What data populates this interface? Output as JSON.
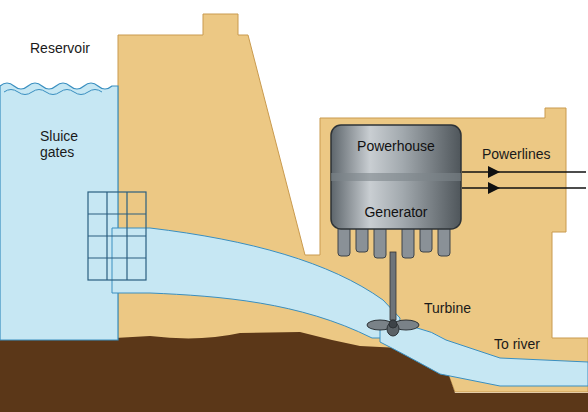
{
  "diagram": {
    "nodes": [
      {
        "text": [
          "Powerhouse",
          "Generator"
        ]
      }
    ],
    "labels": [
      "Reservoir",
      "Sluice gates",
      "Turbine",
      "Powerlines",
      "To river"
    ]
  }
}
